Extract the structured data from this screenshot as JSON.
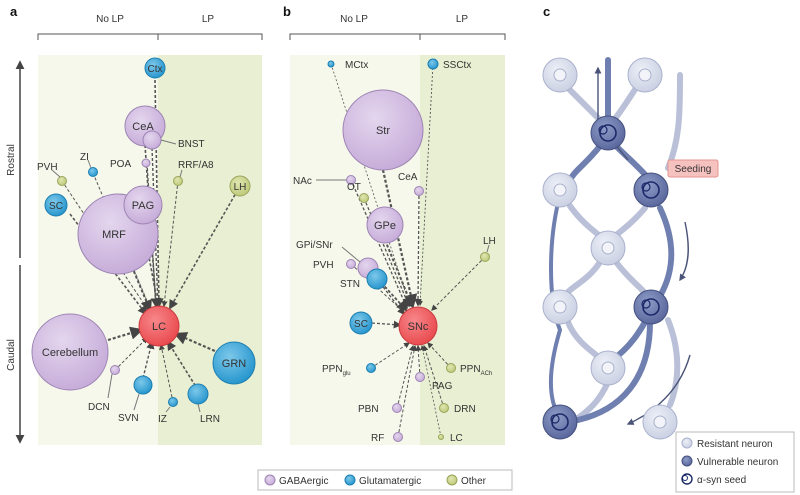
{
  "panels": {
    "a": {
      "letter": "a",
      "no_lp": "No LP",
      "lp": "LP",
      "rostral": "Rostral",
      "caudal": "Caudal",
      "nodes": {
        "ctx": "Ctx",
        "cea": "CeA",
        "bnst": "BNST",
        "poa": "POA",
        "pvh": "PVH",
        "zi": "ZI",
        "rrf": "RRF/A8",
        "lh": "LH",
        "sc": "SC",
        "pag": "PAG",
        "mrf": "MRF",
        "lc": "LC",
        "cerebellum": "Cerebellum",
        "grn": "GRN",
        "dcn": "DCN",
        "svn": "SVN",
        "iz": "IZ",
        "lrn": "LRN"
      }
    },
    "b": {
      "letter": "b",
      "no_lp": "No LP",
      "lp": "LP",
      "nodes": {
        "mctx": "MCtx",
        "ssctx": "SSCtx",
        "str": "Str",
        "nac": "NAc",
        "ot": "OT",
        "cea": "CeA",
        "gpe": "GPe",
        "gpi": "GPi/SNr",
        "lh": "LH",
        "pvh": "PVH",
        "stn": "STN",
        "sc": "SC",
        "snc": "SNc",
        "ppn_glu": "PPN",
        "ppn_glu_sub": "glu",
        "ppn_ach": "PPN",
        "ppn_ach_sub": "ACh",
        "pag": "PAG",
        "pbn": "PBN",
        "drn": "DRN",
        "rf": "RF",
        "lc": "LC"
      }
    },
    "c": {
      "letter": "c",
      "seeding": "Seeding"
    }
  },
  "legend": {
    "gaba": "GABAergic",
    "glut": "Glutamatergic",
    "other": "Other",
    "resistant": "Resistant neuron",
    "vulnerable": "Vulnerable neuron",
    "seed": "α-syn seed"
  },
  "colors": {
    "gaba": "#cdb6dc",
    "glut": "#39a6d8",
    "other": "#c9d38b",
    "target": "#ef5a5c",
    "lp_bg": "#eef3dc",
    "nolp_bg": "#f7f8ec",
    "resistant": "#dde1ee",
    "vulnerable": "#6f7fb0",
    "seeding_badge": "#f6c2c0"
  }
}
